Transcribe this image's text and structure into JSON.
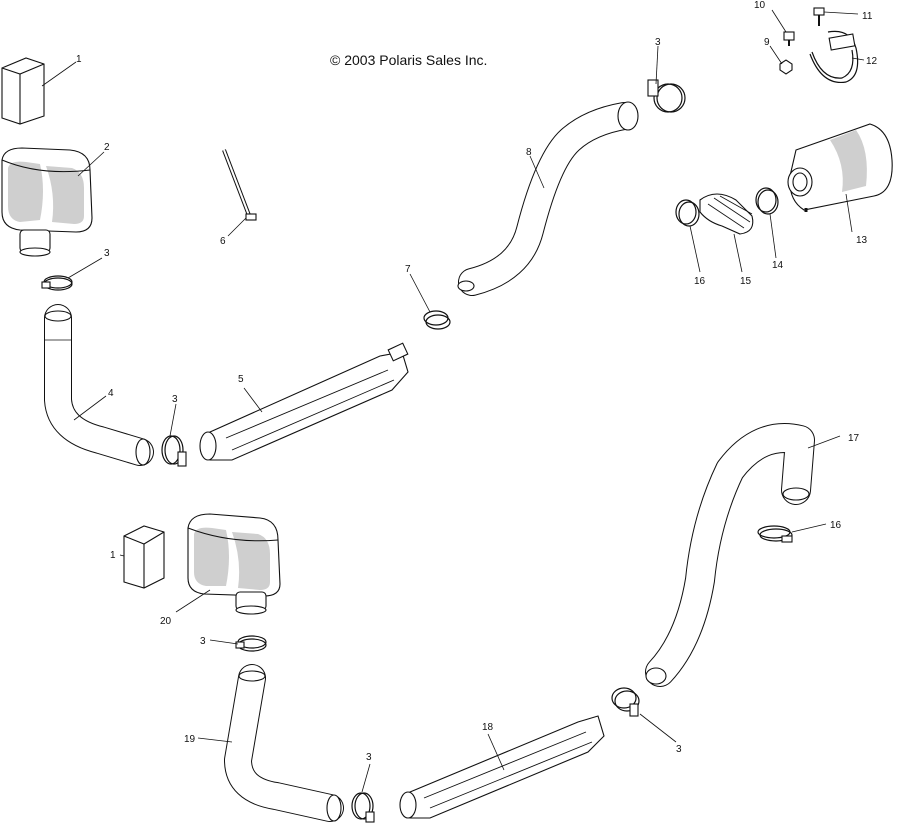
{
  "diagram": {
    "copyright": "© 2003 Polaris Sales Inc.",
    "callouts": [
      "1",
      "2",
      "3",
      "4",
      "3",
      "5",
      "6",
      "7",
      "8",
      "3",
      "9",
      "10",
      "11",
      "12",
      "13",
      "14",
      "15",
      "16",
      "1",
      "20",
      "3",
      "19",
      "3",
      "18",
      "3",
      "17",
      "16"
    ]
  }
}
